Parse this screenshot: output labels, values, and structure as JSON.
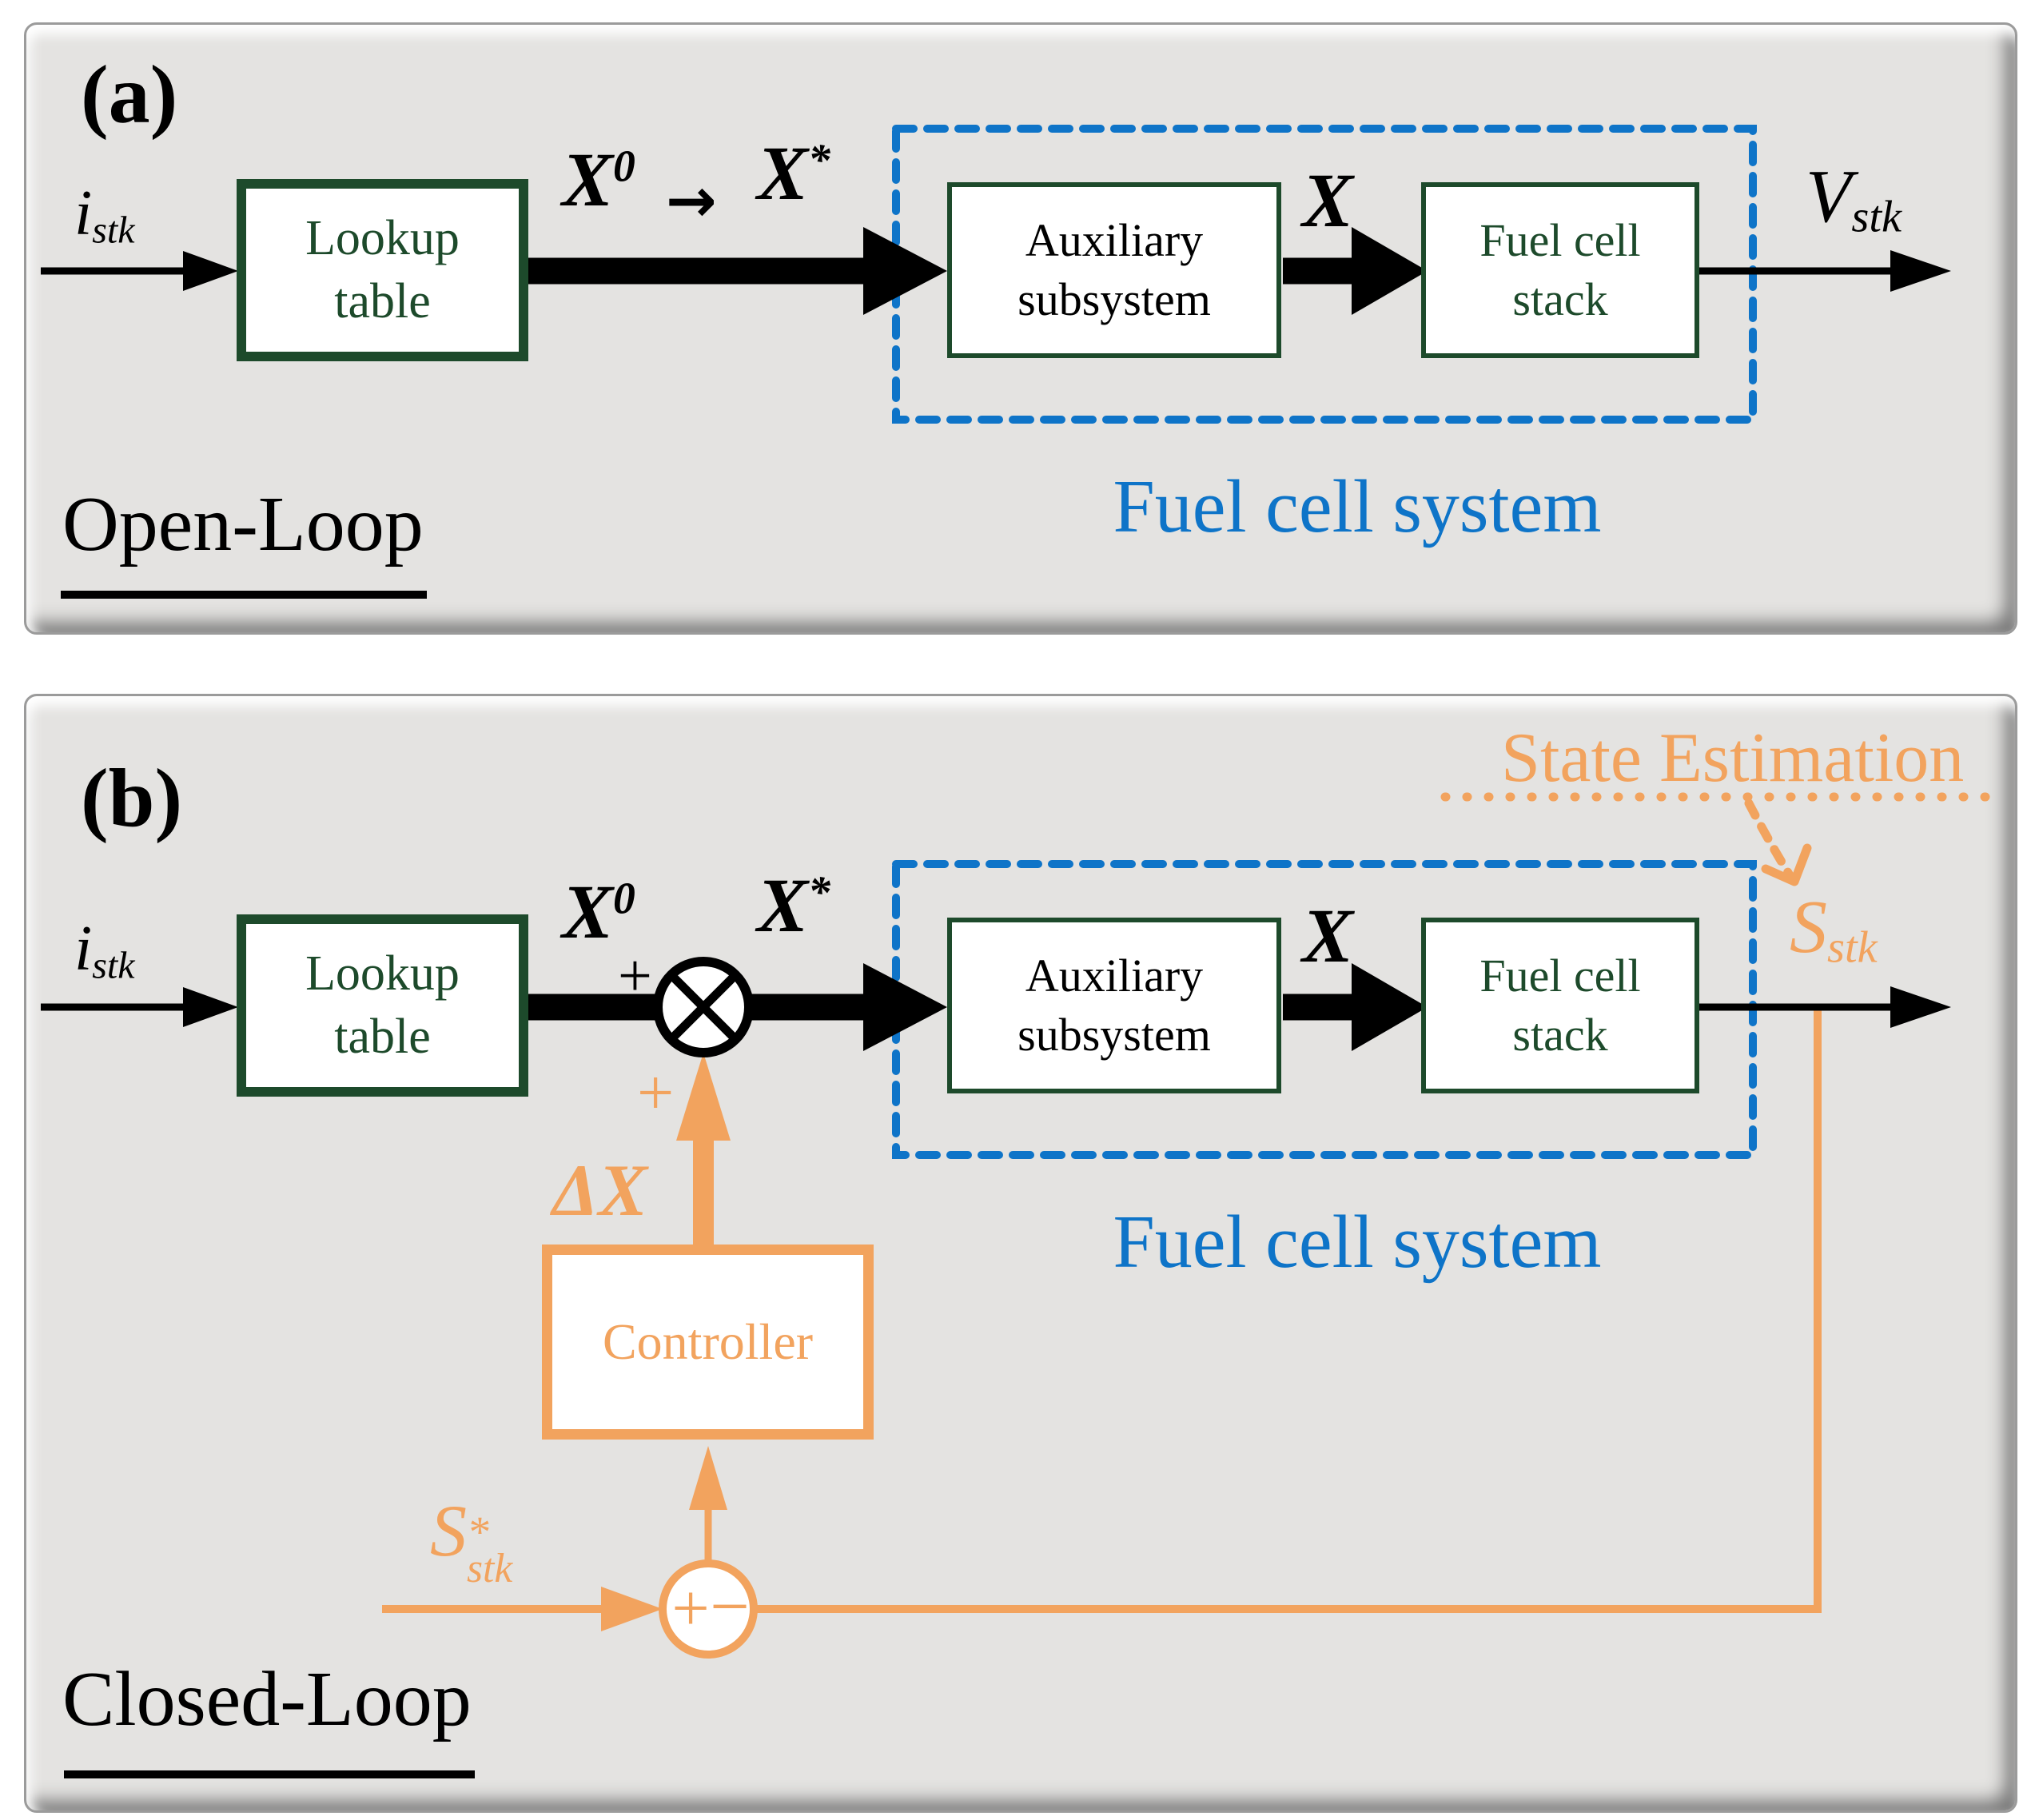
{
  "colors": {
    "panel_bg": "#e4e3e1",
    "dark_green": "#1d4a2b",
    "blue": "#0e74c8",
    "orange": "#f2a35e",
    "black": "#000000"
  },
  "panel_a": {
    "tag": "(a)",
    "input": {
      "base": "i",
      "sub": "stk"
    },
    "lookup": {
      "line1": "Lookup",
      "line2": "table"
    },
    "map_label": {
      "from_base": "X",
      "from_sup": "0",
      "arrow": "→",
      "to_base": "X",
      "to_sup": "*"
    },
    "aux": {
      "line1": "Auxiliary",
      "line2": "subsystem"
    },
    "x_label": "X",
    "stack": {
      "line1": "Fuel cell",
      "line2": "stack"
    },
    "output": {
      "base": "V",
      "sub": "stk"
    },
    "system_label": "Fuel cell system",
    "loop_label": "Open-Loop"
  },
  "panel_b": {
    "tag": "(b)",
    "state_estimation": "State Estimation",
    "input": {
      "base": "i",
      "sub": "stk"
    },
    "lookup": {
      "line1": "Lookup",
      "line2": "table"
    },
    "x0": {
      "base": "X",
      "sup": "0"
    },
    "plus_initial": "+",
    "xstar": {
      "base": "X",
      "sup": "*"
    },
    "aux": {
      "line1": "Auxiliary",
      "line2": "subsystem"
    },
    "x_label": "X",
    "stack": {
      "line1": "Fuel cell",
      "line2": "stack"
    },
    "output": {
      "base": "S",
      "sub": "stk"
    },
    "system_label": "Fuel cell system",
    "controller": "Controller",
    "delta": "ΔX",
    "plus_correction": "+",
    "sum": {
      "plus": "+",
      "minus": "−"
    },
    "reference": {
      "base": "S",
      "sup": "*",
      "sub": "stk"
    },
    "loop_label": "Closed-Loop"
  }
}
